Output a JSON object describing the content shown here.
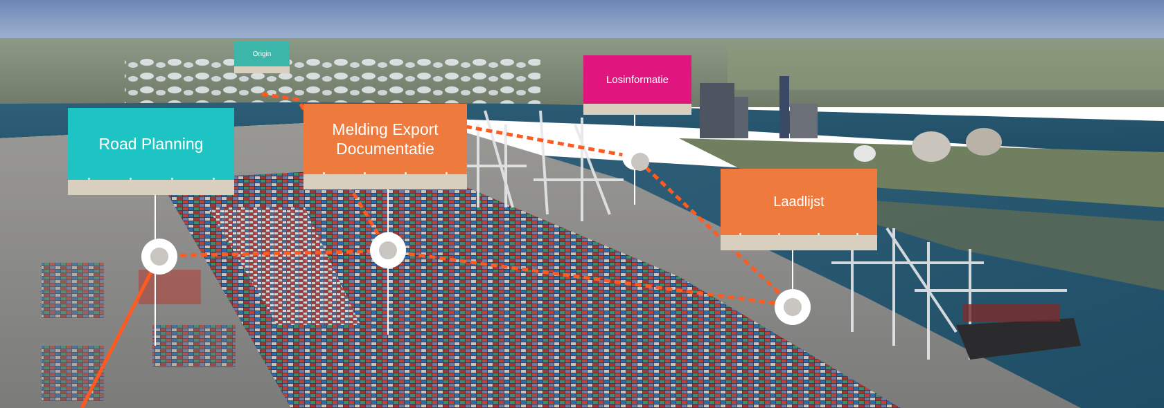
{
  "labels": {
    "road_planning": "Road Planning",
    "melding_export_line1": "Melding Export",
    "melding_export_line2": "Documentatie",
    "losinformatie": "Losinformatie",
    "laadlijst": "Laadlijst",
    "small_tag": "Origin"
  },
  "colors": {
    "teal": "#1ec4c4",
    "orange": "#ee7a3e",
    "magenta": "#e0157e",
    "small_teal": "#3bb6a8",
    "route": "#ff5a1f"
  }
}
